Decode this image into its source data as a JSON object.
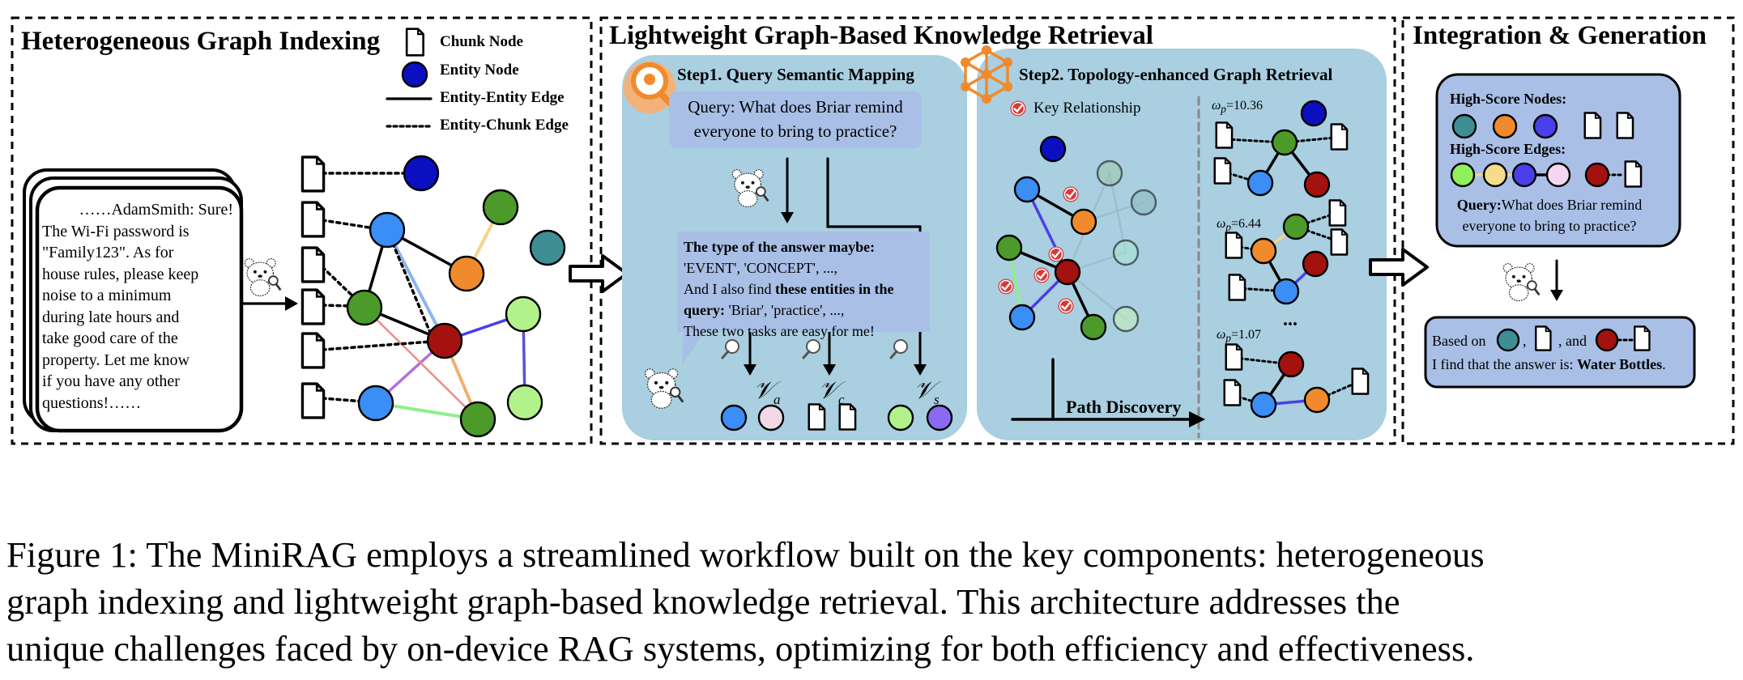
{
  "panels": {
    "indexing": {
      "title": "Heterogeneous Graph Indexing",
      "legend": {
        "chunk_node": "Chunk Node",
        "entity_node": "Entity Node",
        "entity_entity_edge": "Entity-Entity Edge",
        "entity_chunk_edge": "Entity-Chunk Edge"
      },
      "document_lines": [
        "……AdamSmith: Sure!",
        "The Wi-Fi password is",
        "\"Family123\". As for",
        "house rules, please keep",
        "noise to a minimum",
        "during late hours and",
        "take good care of the",
        "property. Let me know",
        "if you have any other",
        "questions!……"
      ]
    },
    "retrieval": {
      "title": "Lightweight Graph-Based Knowledge Retrieval",
      "step1": {
        "title": "Step1. Query Semantic Mapping",
        "query_line1": "Query: What does Briar remind",
        "query_line2": "everyone to bring to practice?",
        "answer_bold1": "The type of the answer maybe:",
        "answer_types": "'EVENT', 'CONCEPT', ...,",
        "answer_line3_pre": "And I also find ",
        "answer_line3_bold": "these entities in the",
        "answer_line4_bold": "query:",
        "answer_entities": " 'Briar', 'practice', ...,",
        "answer_line5": "These two tasks are easy for me!",
        "set_a": "𝒱",
        "sub_a": "a",
        "set_c": "𝒱",
        "sub_c": "c",
        "set_s": "𝒱",
        "sub_s": "s"
      },
      "step2": {
        "title": "Step2. Topology-enhanced Graph Retrieval",
        "key_relationship": "Key Relationship",
        "omega1_sym": "ω",
        "omega1_sub": "p",
        "omega1_val": "=10.36",
        "omega2_sym": "ω",
        "omega2_sub": "p",
        "omega2_val": "=6.44",
        "omega3_sym": "ω",
        "omega3_sub": "p",
        "omega3_val": "=1.07",
        "ellipsis": "...",
        "path_discovery": "Path Discovery"
      }
    },
    "integration": {
      "title": "Integration & Generation",
      "high_score_nodes": "High-Score Nodes:",
      "high_score_edges": "High-Score Edges:",
      "query_label": "Query:",
      "query_text": "What does Briar remind everyone to bring to practice?",
      "based_on": "Based on",
      "comma": ",",
      "and": ", and",
      "answer_prefix": "I find that the answer is: ",
      "answer": "Water Bottles",
      "period": "."
    }
  },
  "caption": {
    "line1": "Figure 1: The MiniRAG employs a streamlined workflow built on the key components: heterogeneous",
    "line2": "graph indexing and lightweight graph-based knowledge retrieval. This architecture addresses the",
    "line3": "unique challenges faced by on-device RAG systems, optimizing for both efficiency and effectiveness."
  },
  "colors": {
    "panel_bg": "#a9cfe0",
    "box_bg": "#a9bfe6",
    "dark_blue": "#0a10c0",
    "blue": "#3a8ef5",
    "orange": "#f08a2c",
    "green": "#4c9a2a",
    "dark_red": "#a3120e",
    "light_green": "#b2f28a",
    "teal": "#3e8e94",
    "pink": "#f0d8e6",
    "purple": "#8a6af2",
    "violet": "#4a3fe8",
    "check_red": "#d63a3a"
  }
}
